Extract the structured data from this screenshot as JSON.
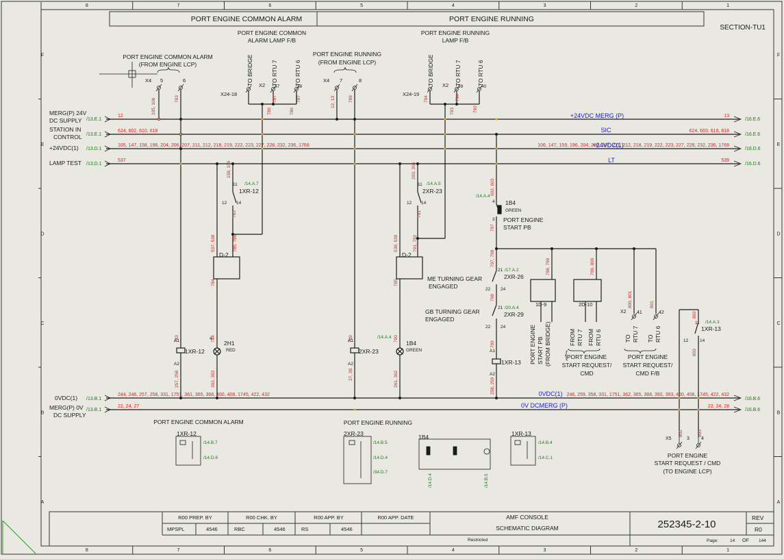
{
  "column_markers": [
    "8",
    "7",
    "6",
    "5",
    "4",
    "3",
    "2",
    "1"
  ],
  "row_markers": [
    "F",
    "E",
    "D",
    "C",
    "B",
    "A"
  ],
  "header": {
    "common_alarm": "PORT ENGINE COMMON ALARM",
    "running": "PORT ENGINE RUNNING",
    "section": "SECTION-TU1"
  },
  "buses": [
    {
      "label1": "MERG(P) 24V",
      "label2": "DC SUPPLY",
      "ref": "/13.E.1",
      "left_codes": "12",
      "center": "+24VDC MERG (P)",
      "right_codes": "13",
      "right_ref": "/16.E.6"
    },
    {
      "label1": "STATION IN",
      "label2": "CONTROL",
      "ref": "/13.E.1",
      "left_codes": "624, 602, 610, 618",
      "center": "SIC",
      "right_codes": "624, 603, 610, 618",
      "right_ref": "/16.E.6"
    },
    {
      "label1": "+24VDC(1)",
      "label2": "",
      "ref": "/13.D.1",
      "left_codes": "105, 147, 158, 196, 204, 206, 207, 211, 212, 218, 219, 222, 223, 227, 228, 232, 236, 1768",
      "center": "+24VDC(1)",
      "right_codes": "106, 147, 159, 196, 204, 206, 207, 211, 212, 218, 219, 222, 223, 227, 228, 232, 236, 1768",
      "right_ref": "/16.D.6"
    },
    {
      "label1": "LAMP TEST",
      "label2": "",
      "ref": "/13.D.1",
      "left_codes": "537",
      "center": "LT",
      "right_codes": "539",
      "right_ref": "/16.D.6"
    },
    {
      "label1": "0VDC(1)",
      "label2": "",
      "ref": "/13.B.1",
      "left_codes": "244, 246, 257, 258, 331, 1751, 361, 365, 368, 400, 408, 1745, 422, 432",
      "center": "0VDC(1)",
      "right_codes": "246, 259, 358, 331, 1751, 362, 365, 368, 392, 393, 400, 408, 1745, 422, 432",
      "right_ref": "/16.B.6"
    },
    {
      "label1": "MERG(P) 0V",
      "label2": "DC SUPPLY",
      "ref": "/13.B.1",
      "left_codes": "22, 24, 27",
      "center": "0V DCMERG (P)",
      "right_codes": "22, 24, 28",
      "right_ref": "/16.B.6"
    }
  ],
  "top_labels": {
    "common_alarm_from_lcp": [
      "PORT ENGINE COMMON ALARM",
      "(FROM ENGINE LCP)"
    ],
    "common_alarm_lamp_fb": [
      "PORT ENGINE COMMON",
      "ALARM LAMP F/B"
    ],
    "running_from_lcp": [
      "PORT ENGINE RUNNING",
      "(FROM ENGINE LCP)"
    ],
    "running_lamp_fb": [
      "PORT ENGINE RUNNING",
      "LAMP F/B"
    ],
    "to_bridge": "TO BRIDGE",
    "to_rtu7": "TO RTU 7",
    "to_rtu6": "TO RTU 6",
    "x4": "X4",
    "x2": "X2",
    "x24_18": "X24-18",
    "x24_19": "X24-19",
    "term5": "5",
    "term6": "6",
    "term7": "7",
    "term8": "8",
    "term37": "37",
    "term38": "38",
    "term39": "39",
    "term40": "40"
  },
  "wire_numbers": {
    "w105_106": "105, 106",
    "w783": "783",
    "w786a": "786",
    "w787a": "787",
    "w786b": "786",
    "w787b": "787",
    "w12_13": "12, 13",
    "w789": "789",
    "w794a": "794",
    "w793": "793",
    "w794b": "794",
    "w792": "792",
    "w158_159": "158, 159",
    "w783b": "783",
    "w203_204": "203, 204",
    "w791": "791",
    "w537_538": "537, 538",
    "w785_786": "785, 786",
    "w538_539": "538, 539",
    "w791_792": "791, 792",
    "w784": "784",
    "w785": "785",
    "w602_603": "602, 603",
    "w797": "797",
    "w797_798": "797, 798",
    "w798": "798",
    "w799": "799",
    "w798_799": "798, 799",
    "w799_800": "799, 800",
    "w800_801": "800, 801",
    "w801": "801",
    "w802": "802",
    "w803": "803",
    "w783c": "783",
    "w784b": "784",
    "w257_258": "257, 258",
    "w392_393": "392, 393",
    "w789b": "789",
    "w790": "790",
    "w27_28": "27, 28",
    "w361_362": "361, 362",
    "w799b": "799",
    "w258_259": "258, 259"
  },
  "components": {
    "xr12": "1XR-12",
    "xr23": "2XR-23",
    "xr26": "2XR-26",
    "xr29": "2XR-29",
    "xr13": "1XR-13",
    "d2a": "D-2",
    "d2b": "D-2",
    "d9": "1D-9",
    "d10": "2D-10",
    "h1": "2H1",
    "red": "RED",
    "b4": "1B4",
    "green": "GREEN",
    "b4b": "1B4",
    "green2": "GREEN",
    "b4_top": "1B4",
    "green_top": "GREEN",
    "ref_14a7": "/14.A.7",
    "ref_14a5": "/14.A.5",
    "ref_14a4": "/14.A.4",
    "ref_17a2": "/17.A.2",
    "ref_20a4": "/20.A.4",
    "ref_14a3": "/14.A.3",
    "ref_14a4b": "/14.A.4",
    "start_pb": [
      "PORT ENGINE",
      "START PB"
    ],
    "me_turning": [
      "ME TURNING GEAR",
      "ENGAGED"
    ],
    "gb_turning": [
      "GB TURNING GEAR",
      "ENGAGED"
    ],
    "a1": "A1",
    "a2": "A2",
    "a1b": "A1",
    "a2b": "A2",
    "a1c": "A1",
    "a2c": "A2",
    "c11": "11",
    "c12": "12",
    "c14": "14",
    "c11b": "11",
    "c12b": "12",
    "c14b": "14",
    "c21": "21",
    "c22": "22",
    "c24": "24",
    "c21b": "21",
    "c22b": "22",
    "c24b": "24",
    "c11c": "11",
    "c12c": "12",
    "c14c": "14",
    "c3": "3",
    "c4": "4",
    "c4b": "4",
    "xb": "X5"
  },
  "bottom_labels": {
    "start_pb_bridge": [
      "PORT ENGINE",
      "START PB",
      "(FROM BRIDGE)"
    ],
    "from_rtu7": [
      "FROM",
      "RTU 7"
    ],
    "from_rtu6": [
      "FROM",
      "RTU 6"
    ],
    "to_rtu7b": [
      "TO",
      "RTU 7"
    ],
    "to_rtu6b": [
      "TO",
      "RTU 6"
    ],
    "start_req_cmd": [
      "PORT ENGINE",
      "START REQUEST/",
      "CMD"
    ],
    "start_req_cmd_fb": [
      "PORT ENGINE",
      "START REQUEST/",
      "CMD F/B"
    ],
    "start_req_lcp": [
      "PORT ENGINE",
      "START REQUEST / CMD",
      "(TO ENGINE LCP)"
    ],
    "x2b": "X2",
    "x2_41": "41",
    "x2_42": "42"
  },
  "legend": {
    "common_alarm": "PORT ENGINE COMMON ALARM",
    "running": "PORT ENGINE RUNNING",
    "xr12": "1XR-12",
    "xr23": "2XR-23",
    "b4": "1B4",
    "xr13": "1XR-13",
    "r14b7": "/14.B.7",
    "r14d6": "/14.D.6",
    "r14b5": "/14.B.5",
    "r14d4": "/14.D.4",
    "r34d7": "/34.D.7",
    "r14d4b": "/14.D.4",
    "r14b5b": "/14.B.5",
    "r14b4": "/14.B.4",
    "r14c1": "/14.C.1"
  },
  "title_block": {
    "prep_by": "R00 PREP. BY",
    "chk_by": "R00 CHK. BY",
    "app_by": "R00 APP. BY",
    "app_date": "R00 APP. DATE",
    "mpspl": "MPSPL",
    "v1": "4546",
    "rbc": "RBC",
    "v2": "4546",
    "rs": "RS",
    "v3": "4546",
    "title1": "AMF CONSOLE",
    "title2": "SCHEMATIC DIAGRAM",
    "drawing_no": "252345-2-10",
    "rev_label": "REV",
    "rev": "R0",
    "restricted": "Restricted",
    "page_label": "Page:",
    "page": "14",
    "of": "OF",
    "total": "144"
  }
}
